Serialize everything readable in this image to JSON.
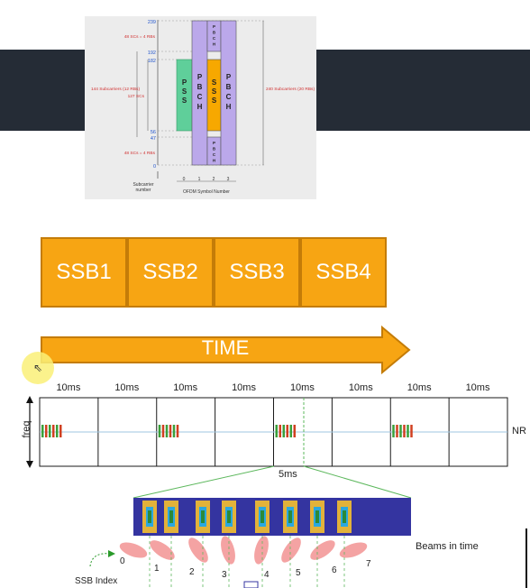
{
  "inset": {
    "subcarrier_values": [
      "239",
      "192",
      "182",
      "56",
      "47",
      "0"
    ],
    "left_notes": [
      "48 SCs = 4 RBs",
      "144 Subcarriers (12 RBs)",
      "127 SCs",
      "48 SCs = 4 RBs"
    ],
    "right_note": "240 Subcarriers (20 RBs)",
    "axis_y": "Subcarrier number",
    "axis_x": "OFDM Symbol Number",
    "symbols": [
      "0",
      "1",
      "2",
      "3"
    ],
    "pss": "PSS",
    "sss": "SSS",
    "pbch": "PBCH"
  },
  "ssb_blocks": [
    "SSB1",
    "SSB2",
    "SSB3",
    "SSB4"
  ],
  "time_label": "TIME",
  "frames": {
    "labels": [
      "10ms",
      "10ms",
      "10ms",
      "10ms",
      "10ms",
      "10ms",
      "10ms",
      "10ms"
    ],
    "freq_label": "freq",
    "nr_label": "NR",
    "half_frame_label": "5ms"
  },
  "beams": {
    "title": "Beams in time",
    "index_label": "SSB Index",
    "indices": [
      "0",
      "1",
      "2",
      "3",
      "4",
      "5",
      "6",
      "7"
    ]
  },
  "colors": {
    "ssb_orange": "#f7a513",
    "pss_green": "#5fcf9a",
    "pbch_purple": "#bba8ea",
    "sss_orange": "#f7a800",
    "burst_navy": "#3434a0",
    "beam_pink": "#f4a3a3",
    "grid_line": "#1a1a1a"
  }
}
